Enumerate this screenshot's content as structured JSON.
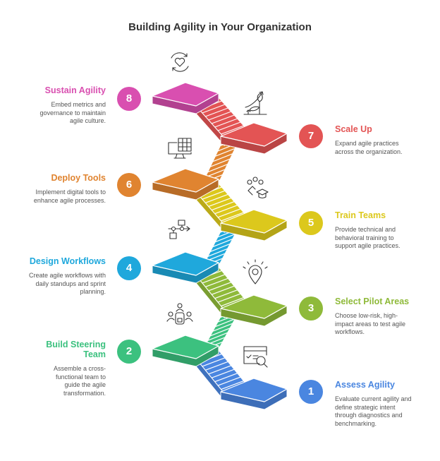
{
  "title": "Building Agility in Your Organization",
  "steps": [
    {
      "number": "1",
      "title": "Assess Agility",
      "description": "Evaluate current agility and define strategic intent through diagnostics and benchmarking.",
      "color": "#4a86e0",
      "icon": "checklist-search-icon"
    },
    {
      "number": "2",
      "title": "Build Steering Team",
      "description": "Assemble a cross-functional team to guide the agile transformation.",
      "color": "#3cc17f",
      "icon": "team-meeting-icon"
    },
    {
      "number": "3",
      "title": "Select Pilot Areas",
      "description": "Choose low-risk, high-impact areas to test agile workflows.",
      "color": "#8fba3a",
      "icon": "location-idea-icon"
    },
    {
      "number": "4",
      "title": "Design Workflows",
      "description": "Create agile workflows with daily standups and sprint planning.",
      "color": "#1fa8dc",
      "icon": "flowchart-icon"
    },
    {
      "number": "5",
      "title": "Train Teams",
      "description": "Provide technical and behavioral training to support agile practices.",
      "color": "#dcc81c",
      "icon": "people-graduation-icon"
    },
    {
      "number": "6",
      "title": "Deploy Tools",
      "description": "Implement digital tools to enhance agile processes.",
      "color": "#e08430",
      "icon": "monitor-spreadsheet-icon"
    },
    {
      "number": "7",
      "title": "Scale Up",
      "description": "Expand agile practices across the organization.",
      "color": "#e35454",
      "icon": "growing-plant-icon"
    },
    {
      "number": "8",
      "title": "Sustain Agility",
      "description": "Embed metrics and governance to maintain agile culture.",
      "color": "#d94fb0",
      "icon": "heart-cycle-icon"
    }
  ]
}
